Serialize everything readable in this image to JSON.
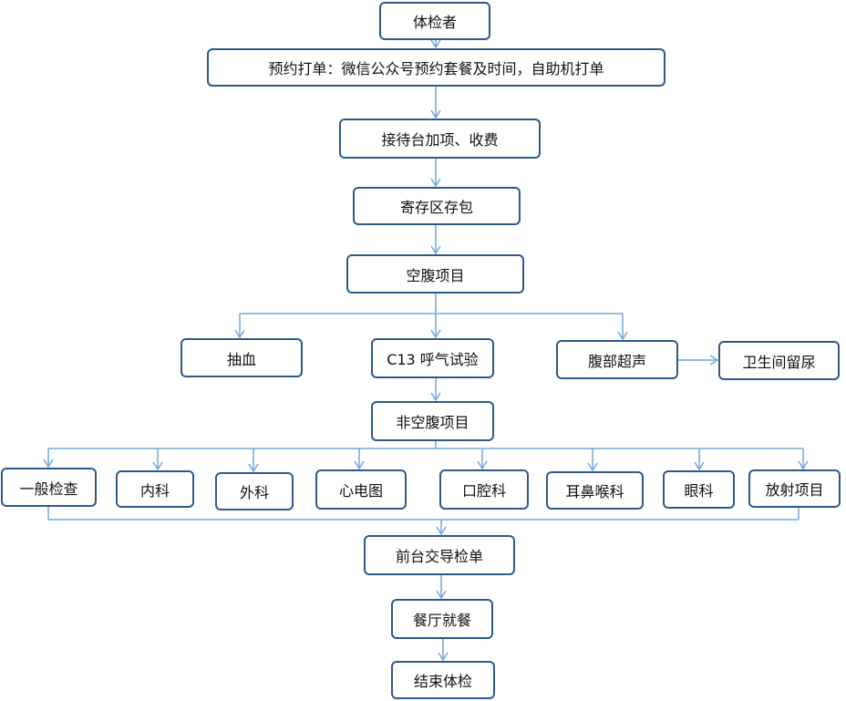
{
  "colors": {
    "box_border": "#2e5a89",
    "connector": "#6fa8dc",
    "text": "#111111",
    "background": "#ffffff"
  },
  "nodes": {
    "examinee": "体检者",
    "appointment": "预约打单：微信公众号预约套餐及时间，自助机打单",
    "reception": "接待台加项、收费",
    "bag_storage": "寄存区存包",
    "fasting_items": "空腹项目",
    "blood_draw": "抽血",
    "c13_breath_test": "C13 呼气试验",
    "abdominal_ultrasound": "腹部超声",
    "urine_sample": "卫生间留尿",
    "non_fasting_items": "非空腹项目",
    "general_exam": "一般检查",
    "internal_medicine": "内科",
    "surgery": "外科",
    "ecg": "心电图",
    "dental": "口腔科",
    "ent": "耳鼻喉科",
    "ophthalmology": "眼科",
    "radiology": "放射项目",
    "submit_form": "前台交导检单",
    "dining": "餐厅就餐",
    "finish": "结束体检"
  }
}
